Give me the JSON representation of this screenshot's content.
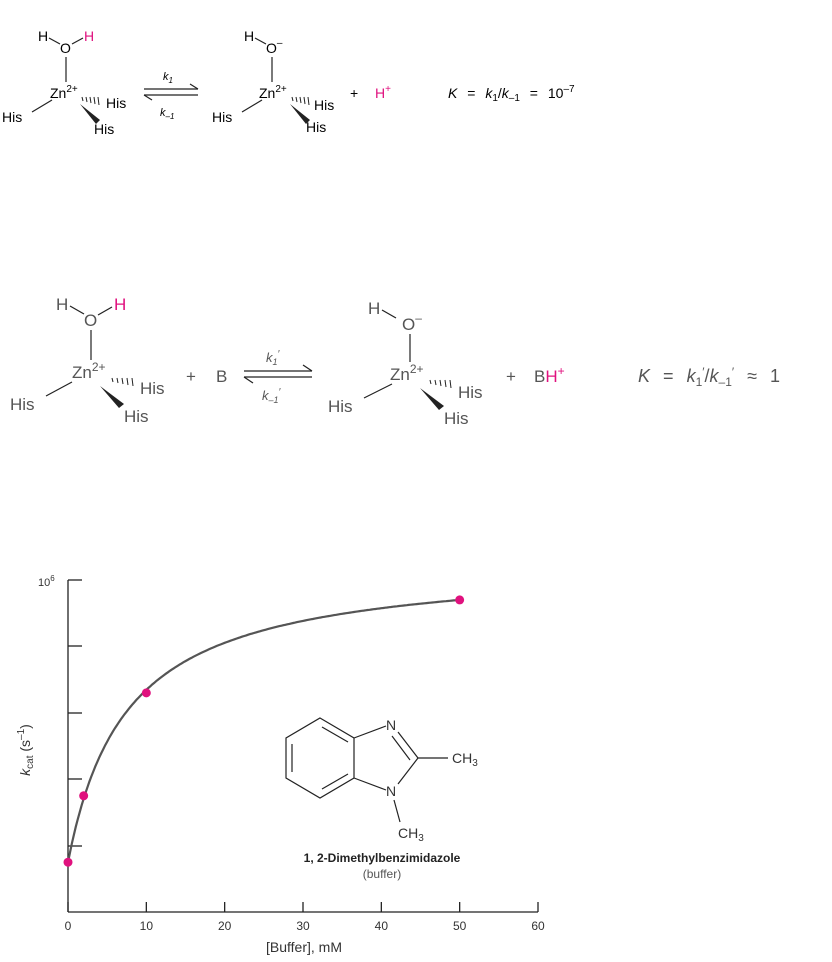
{
  "scheme1": {
    "left": {
      "h1": "H",
      "o": "O",
      "h2": "H",
      "zn": "Zn",
      "zn_charge": "2+",
      "his_a": "His",
      "his_b": "His",
      "his_c": "His"
    },
    "arrow_forward": "k",
    "arrow_forward_sub": "1",
    "arrow_reverse": "k",
    "arrow_reverse_sub": "–1",
    "right": {
      "h1": "H",
      "o": "O",
      "o_charge": "–",
      "zn": "Zn",
      "zn_charge": "2+",
      "his_a": "His",
      "his_b": "His",
      "his_c": "His"
    },
    "plus": "+",
    "proton": "H",
    "proton_charge": "+",
    "equation": {
      "k": "K",
      "eq": "=",
      "k1": "k",
      "k1_sub": "1",
      "slash": "/",
      "km1": "k",
      "km1_sub": "–1",
      "eq2": "=",
      "value": "10",
      "value_exp": "–7"
    }
  },
  "scheme2": {
    "left": {
      "h1": "H",
      "o": "O",
      "h2": "H",
      "zn": "Zn",
      "zn_charge": "2+",
      "his_a": "His",
      "his_b": "His",
      "his_c": "His"
    },
    "plus1": "+",
    "base": "B",
    "arrow_forward": "k",
    "arrow_forward_sub": "1",
    "arrow_forward_prime": "′",
    "arrow_reverse": "k",
    "arrow_reverse_sub": "–1",
    "arrow_reverse_prime": "′",
    "right": {
      "h1": "H",
      "o": "O",
      "o_charge": "–",
      "zn": "Zn",
      "zn_charge": "2+",
      "his_a": "His",
      "his_b": "His",
      "his_c": "His"
    },
    "plus2": "+",
    "bh": "B",
    "bh_h": "H",
    "bh_charge": "+",
    "equation": {
      "k": "K",
      "eq": "=",
      "k1": "k",
      "k1_sub": "1",
      "k1_prime": "′",
      "slash": "/",
      "km1": "k",
      "km1_sub": "–1",
      "km1_prime": "′",
      "approx": "≈",
      "value": "1"
    }
  },
  "chart_data": {
    "type": "line",
    "x": [
      0,
      2,
      10,
      50
    ],
    "y": [
      0.15,
      0.35,
      0.66,
      0.94
    ],
    "y_units_note": "",
    "xlabel": "[Buffer], mM",
    "ylabel": "k",
    "ylabel_sub": "cat",
    "ylabel_units": " (s",
    "ylabel_units_exp": "–1",
    "ylabel_units_close": ")",
    "y_top_tick": "10",
    "y_top_tick_exp": "6",
    "xlim": [
      0,
      60
    ],
    "ylim": [
      0,
      1
    ],
    "x_ticks": [
      "0",
      "10",
      "20",
      "30",
      "40",
      "50",
      "60"
    ],
    "grid": false,
    "curve_color": "#555555",
    "point_color": "#e0117e",
    "inset": {
      "n_top": "N",
      "n_bottom": "N",
      "ch3_right": "CH",
      "ch3_right_sub": "3",
      "ch3_bottom": "CH",
      "ch3_bottom_sub": "3",
      "name": "1, 2-Dimethylbenzimidazole",
      "note": "(buffer)"
    }
  },
  "colors": {
    "accent": "#e0117e",
    "text": "#222222"
  }
}
